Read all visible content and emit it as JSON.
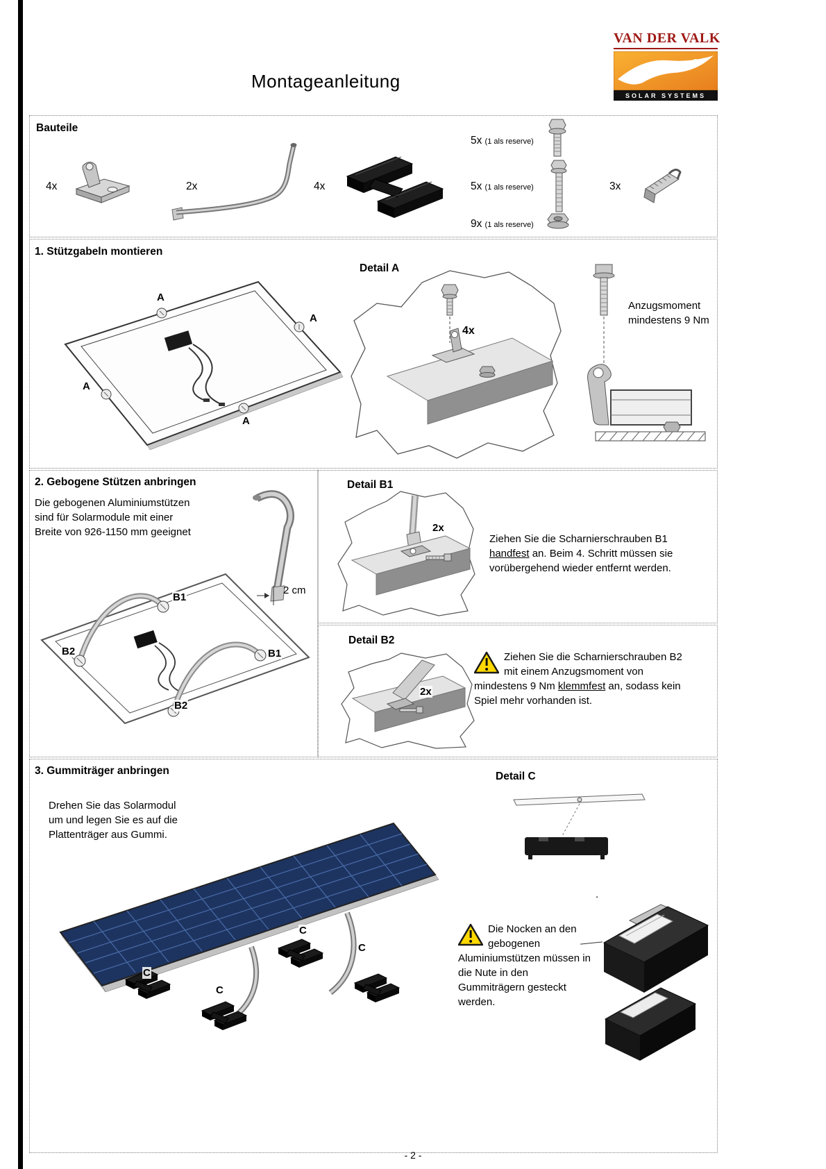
{
  "page": {
    "title": "Montageanleitung",
    "page_number": "- 2 -"
  },
  "logo": {
    "brand": "VAN DER VALK",
    "tagline": "SOLAR SYSTEMS"
  },
  "bauteile": {
    "heading": "Bauteile",
    "bracket_qty": "4x",
    "rod_qty": "2x",
    "base_qty": "4x",
    "bolt_short_qty": "5x",
    "bolt_short_note": "(1 als reserve)",
    "bolt_long_qty": "5x",
    "bolt_long_note": "(1 als reserve)",
    "nut_qty": "9x",
    "nut_note": "(1 als reserve)",
    "clip_qty": "3x"
  },
  "step1": {
    "heading": "1. Stützgabeln montieren",
    "detail_label": "Detail A",
    "marker": "A",
    "qty": "4x",
    "torque_line1": "Anzugsmoment",
    "torque_line2": "mindestens 9 Nm"
  },
  "step2": {
    "heading": "2. Gebogene Stützen anbringen",
    "intro_line1": "Die gebogenen Aluminiumstützen",
    "intro_line2": "sind für Solarmodule mit einer",
    "intro_line3": "Breite von 926-1150 mm geeignet",
    "dim_label": "2 cm",
    "marker_b1": "B1",
    "marker_b2": "B2",
    "detail_b1": {
      "label": "Detail B1",
      "qty": "2x",
      "text_before": "Ziehen Sie die Scharnierschrauben B1 ",
      "text_underline": "handfest",
      "text_after": " an. Beim 4. Schritt müssen sie vorübergehend wieder entfernt werden."
    },
    "detail_b2": {
      "label": "Detail B2",
      "qty": "2x",
      "text_before": "Ziehen Sie die Scharnierschrauben B2 mit einem Anzugsmoment von mindestens 9 Nm ",
      "text_underline": "klemmfest",
      "text_after": " an, sodass kein Spiel mehr vorhanden ist."
    }
  },
  "step3": {
    "heading": "3. Gummiträger anbringen",
    "intro_line1": "Drehen Sie das Solarmodul",
    "intro_line2": "um und legen Sie es auf die",
    "intro_line3": "Plattenträger aus Gummi.",
    "detail_label": "Detail C",
    "marker": "C",
    "warning_text": "Die Nocken an den gebogenen Aluminiumstützen müssen in die Nute in den Gummiträgern gesteckt werden.",
    "stray_dot": "."
  }
}
